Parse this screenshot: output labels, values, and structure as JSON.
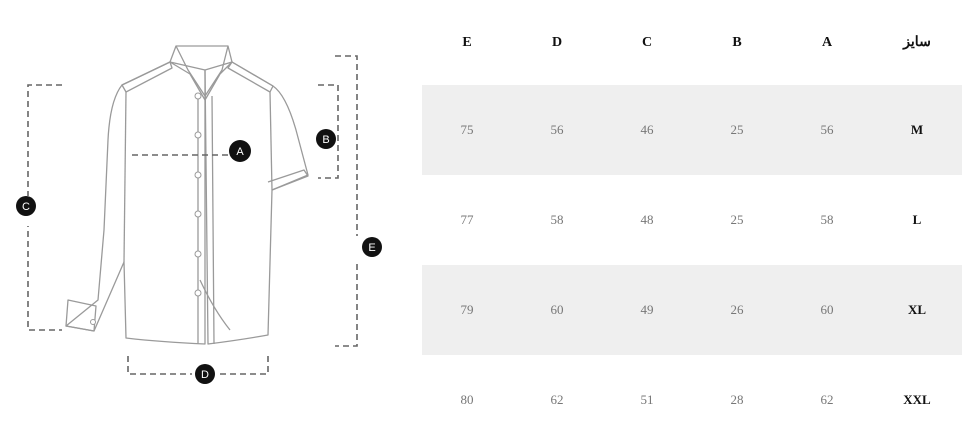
{
  "diagram": {
    "markers": [
      "A",
      "B",
      "C",
      "D",
      "E"
    ],
    "colors": {
      "outline": "#9a9a9a",
      "dashes": "#666666",
      "marker": "#111111"
    }
  },
  "table": {
    "headers": [
      "E",
      "D",
      "C",
      "B",
      "A",
      "سایز"
    ],
    "rows": [
      {
        "cells": [
          "75",
          "56",
          "46",
          "25",
          "56"
        ],
        "size": "M"
      },
      {
        "cells": [
          "77",
          "58",
          "48",
          "25",
          "58"
        ],
        "size": "L"
      },
      {
        "cells": [
          "79",
          "60",
          "49",
          "26",
          "60"
        ],
        "size": "XL"
      },
      {
        "cells": [
          "80",
          "62",
          "51",
          "28",
          "62"
        ],
        "size": "XXL"
      }
    ],
    "colors": {
      "stripe": "#efefef",
      "value": "#777777",
      "heading": "#111111"
    }
  }
}
